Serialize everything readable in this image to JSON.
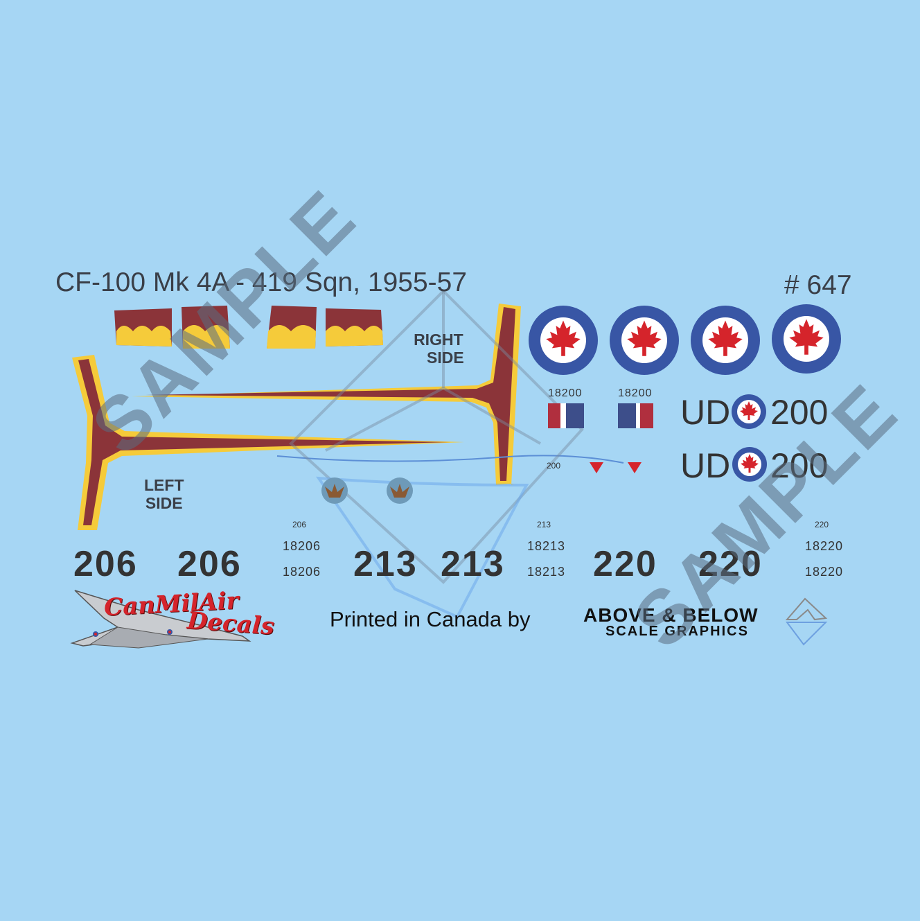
{
  "sheet": {
    "title": "CF-100 Mk 4A - 419 Sqn, 1955-57",
    "number": "# 647",
    "printed_by": "Printed in Canada by",
    "watermark": "SAMPLE"
  },
  "labels": {
    "right_side_line1": "RIGHT",
    "right_side_line2": "SIDE",
    "left_side_line1": "LEFT",
    "left_side_line2": "SIDE"
  },
  "serials": {
    "flag_serial_1": "18200",
    "flag_serial_2": "18200",
    "small_200": "200"
  },
  "codes": [
    {
      "prefix": "UD",
      "number": "200"
    },
    {
      "prefix": "UD",
      "number": "200"
    }
  ],
  "aircraft": [
    {
      "tiny": "206",
      "large_1": "206",
      "large_2": "206",
      "serial_1": "18206",
      "serial_2": "18206"
    },
    {
      "tiny": "213",
      "large_1": "213",
      "large_2": "213",
      "serial_1": "18213",
      "serial_2": "18213"
    },
    {
      "tiny": "220",
      "large_1": "220",
      "large_2": "220",
      "serial_1": "18220",
      "serial_2": "18220"
    }
  ],
  "logos": {
    "canmilair_line1": "CanMilAir",
    "canmilair_line2": "Decals",
    "above_below_main": "ABOVE & BELOW",
    "above_below_sub": "SCALE GRAPHICS"
  },
  "colors": {
    "background": "#a6d6f4",
    "maroon": "#8b3439",
    "yellow": "#f5cb3a",
    "roundel_blue": "#3856a5",
    "maple_red": "#d5242b",
    "text_dark": "#333333"
  },
  "icons": [
    "maple-leaf-icon",
    "roundel-icon",
    "squadron-badge-icon",
    "aircraft-icon",
    "diamond-logo-icon"
  ]
}
